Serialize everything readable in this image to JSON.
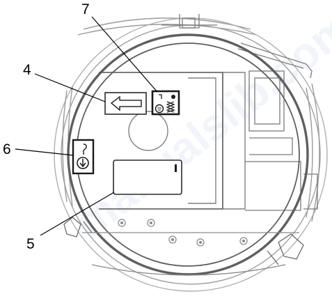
{
  "watermark": "manualslib.com",
  "callouts": [
    {
      "id": "7",
      "label": "7",
      "target": "symbol-panel"
    },
    {
      "id": "4",
      "label": "4",
      "target": "arrow-sticker"
    },
    {
      "id": "6",
      "label": "6",
      "target": "lifting-symbol"
    },
    {
      "id": "5",
      "label": "5",
      "target": "rating-plate"
    }
  ],
  "colors": {
    "outline": "#8a8a8a",
    "dark_outline": "#2a2a2a",
    "ring": "#5f5f5f",
    "callout_line": "#000000",
    "background": "#ffffff"
  },
  "icons": [
    "arrow-left-icon",
    "hook-icon",
    "lifting-down-icon",
    "ground-symbol-icon",
    "coil-icon"
  ]
}
